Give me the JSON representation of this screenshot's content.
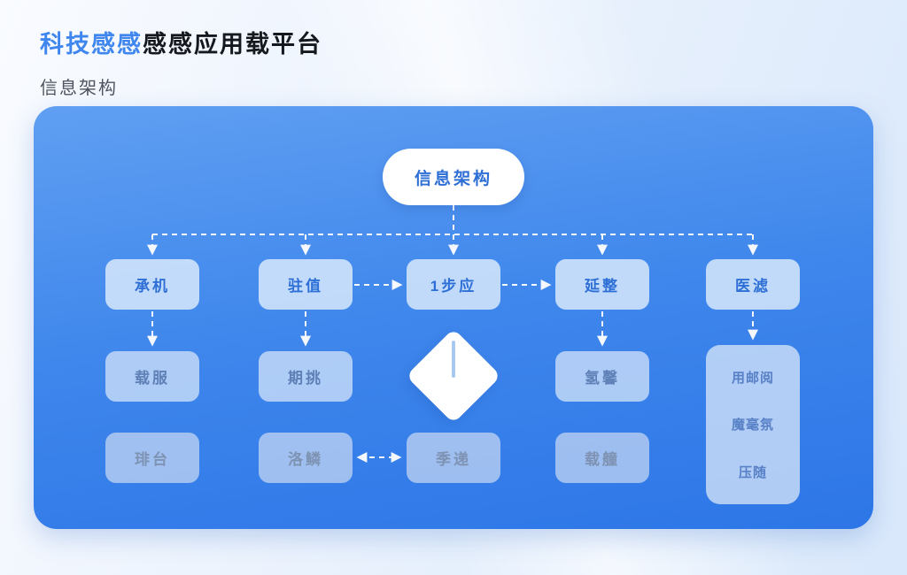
{
  "header": {
    "title_highlight": "科技感感",
    "title_rest": "感感应用载平台",
    "subtitle": "信息架构"
  },
  "colors": {
    "accent_blue": "#3f86ee",
    "panel_top": "#609ff2",
    "panel_bottom": "#2d76e7",
    "node_text_blue": "#2d6fd6",
    "wire": "#ffffff"
  },
  "diagram": {
    "root": {
      "label": "信息架构"
    },
    "level2": [
      {
        "label": "承机"
      },
      {
        "label": "驻值"
      },
      {
        "label": "1步应"
      },
      {
        "label": "延整"
      },
      {
        "label": "医滤"
      }
    ],
    "level3": [
      {
        "label": "载服"
      },
      {
        "label": "期挑"
      },
      {
        "label": "氢馨"
      }
    ],
    "level4": [
      {
        "label": "琲台"
      },
      {
        "label": "洛鳞"
      },
      {
        "label": "季递"
      },
      {
        "label": "载艟"
      }
    ],
    "group_box": {
      "items": [
        {
          "label": "用邮阅"
        },
        {
          "label": "魔毫氛"
        },
        {
          "label": "压随"
        }
      ]
    }
  }
}
